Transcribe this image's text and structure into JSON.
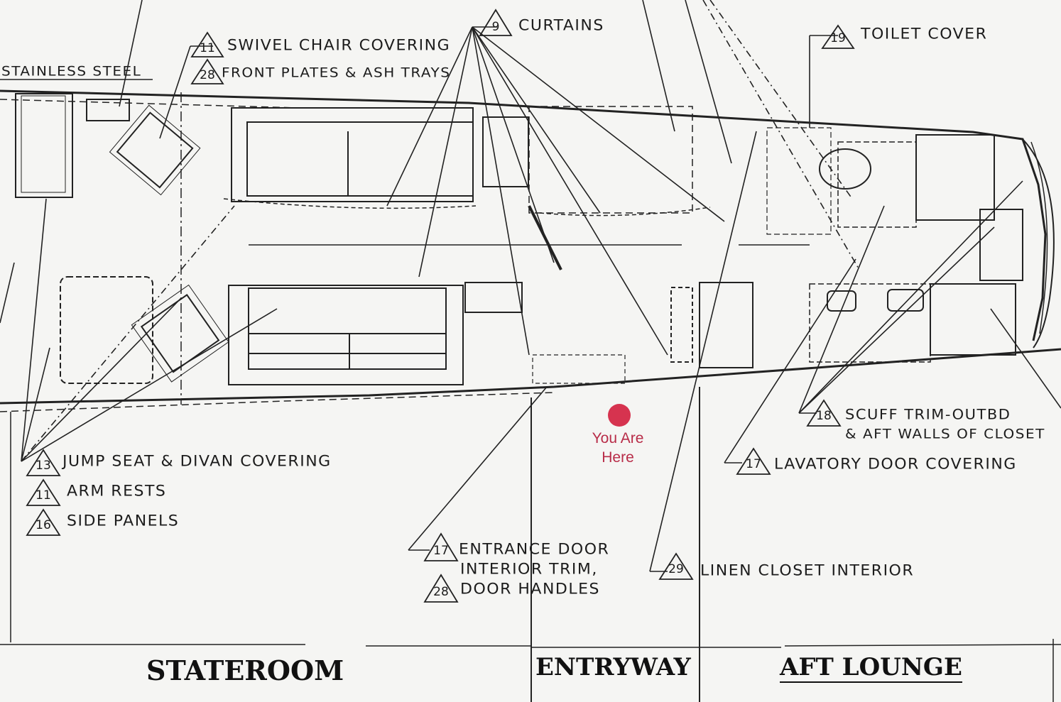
{
  "callouts": {
    "curtains": {
      "num": "9",
      "text": "CURTAINS"
    },
    "toilet_cover": {
      "num": "19",
      "text": "TOILET COVER"
    },
    "swivel_chair": {
      "num": "11",
      "text": "SWIVEL CHAIR COVERING"
    },
    "front_plates": {
      "num": "28",
      "text": "FRONT PLATES & ASH TRAYS"
    },
    "stainless_steel": {
      "text": "STAINLESS STEEL"
    },
    "jump_seat": {
      "num": "13",
      "text": "JUMP SEAT & DIVAN COVERING"
    },
    "arm_rests": {
      "num": "11",
      "text": "ARM RESTS"
    },
    "side_panels": {
      "num": "16",
      "text": "SIDE PANELS"
    },
    "entrance_door": {
      "num": "17",
      "line1": "ENTRANCE DOOR",
      "line2": "INTERIOR TRIM,"
    },
    "door_handles": {
      "num": "28",
      "text": "DOOR HANDLES"
    },
    "linen_closet": {
      "num": "29",
      "text": "LINEN CLOSET INTERIOR"
    },
    "scuff_trim": {
      "num": "18",
      "line1": "SCUFF TRIM-OUTBD",
      "line2": "& AFT WALLS OF CLOSET"
    },
    "lavatory_door": {
      "num": "17",
      "text": "LAVATORY DOOR COVERING"
    }
  },
  "marker": {
    "line1": "You Are",
    "line2": "Here",
    "color": "#d6334f"
  },
  "sections": {
    "stateroom": "STATEROOM",
    "entryway": "ENTRYWAY",
    "aft_lounge": "AFT LOUNGE"
  }
}
